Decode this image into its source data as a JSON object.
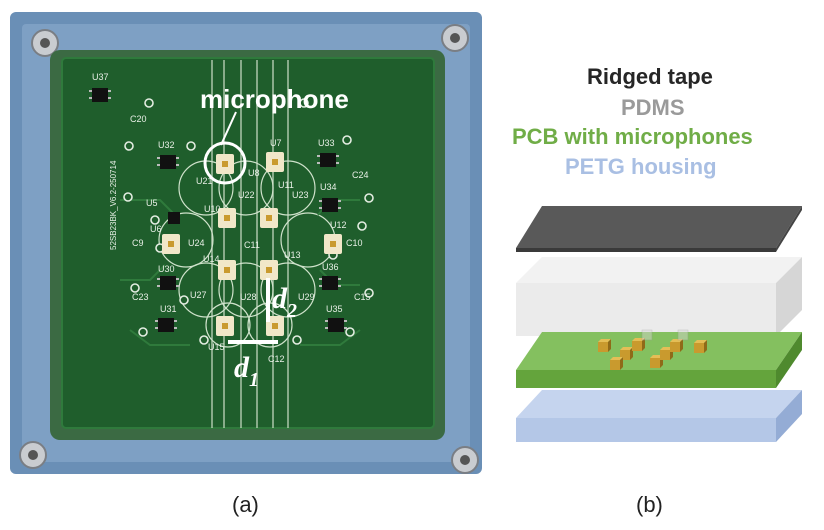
{
  "panel_a": {
    "caption": "(a)",
    "callout": "microphone",
    "d1": "d",
    "d1_sub": "1",
    "d2": "d",
    "d2_sub": "2",
    "silkscreen": [
      "U37",
      "C20",
      "U32",
      "U7",
      "U33",
      "U8",
      "U21",
      "U22",
      "U11",
      "U23",
      "U34",
      "C24",
      "U5",
      "U10",
      "U6",
      "U24",
      "U14",
      "U13",
      "U12",
      "C9",
      "C10",
      "C11",
      "U30",
      "U36",
      "C23",
      "U27",
      "U28",
      "U29",
      "C15",
      "U31",
      "U35",
      "U15",
      "C12",
      "52SB23BK_V6.2-250714"
    ],
    "colors": {
      "housing": "#6b90b8",
      "pcb": "#1f5e2c",
      "pad": "#f1e7c8",
      "trace": "#d7e8d3"
    }
  },
  "panel_b": {
    "caption": "(b)",
    "layers": [
      {
        "label": "Ridged tape",
        "color": "#262626"
      },
      {
        "label": "PDMS",
        "color": "#9a9a9a"
      },
      {
        "label": "PCB with microphones",
        "color": "#70ad47"
      },
      {
        "label": "PETG housing",
        "color": "#a9bfe3"
      }
    ]
  }
}
